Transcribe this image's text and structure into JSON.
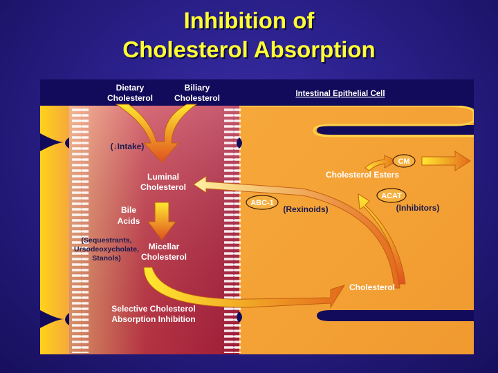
{
  "title": {
    "line1": "Inhibition of",
    "line2": "Cholesterol Absorption"
  },
  "diagram": {
    "dietary": [
      "Dietary",
      "Cholesterol"
    ],
    "biliary": [
      "Biliary",
      "Cholesterol"
    ],
    "cell_label": "Intestinal Epithelial Cell",
    "intake": "(↓Intake)",
    "luminal": [
      "Luminal",
      "Cholesterol"
    ],
    "bile_acids": [
      "Bile",
      "Acids"
    ],
    "sequestrants": [
      "(Sequestrants,",
      "Ursodeoxycholate,",
      "Stanols)"
    ],
    "micellar": [
      "Micellar",
      "Cholesterol"
    ],
    "selective": [
      "Selective Cholesterol",
      "Absorption Inhibition"
    ],
    "cholesterol": "Cholesterol",
    "abc1": "ABC-1",
    "rexinoids": "(Rexinoids)",
    "acat": "ACAT",
    "inhibitors": "(Inhibitors)",
    "esters": "Cholesterol Esters",
    "cm": "CM"
  },
  "colors": {
    "title": "#ffff33",
    "background": "#2a208a",
    "panel_orange": "#f2a030",
    "lumen_red": "#b8243e",
    "arrow_yellow": "#f5d020",
    "arrow_red": "#d0341c"
  }
}
